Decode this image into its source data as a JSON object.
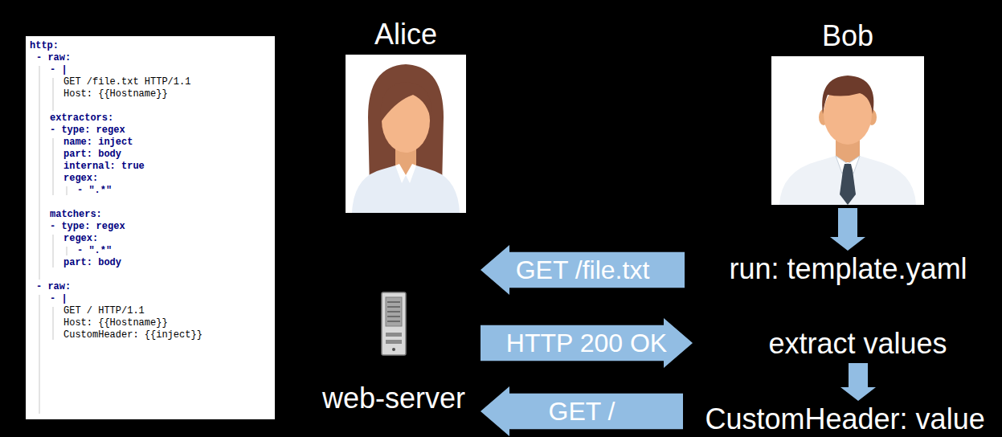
{
  "diagram": {
    "nodes": [
      {
        "text": [
          "http:",
          "- raw:",
          "- |",
          "GET /file.txt HTTP/1.1",
          "Host: {{Hostname}}",
          "extractors:",
          "- type: regex",
          "name: inject",
          "part: body",
          "internal: true",
          "regex:",
          "- \".*\"",
          "matchers:",
          "- type: regex",
          "regex:",
          "- \".*\"",
          "part: body",
          "- raw:",
          "- |",
          "GET / HTTP/1.1",
          "Host: {{Hostname}}",
          "CustomHeader: {{inject}}"
        ]
      },
      {
        "text": [
          "Alice"
        ]
      },
      {
        "text": [
          "Bob"
        ]
      },
      {
        "text": [
          "GET /file.txt"
        ]
      },
      {
        "text": [
          "run: template.yaml"
        ]
      },
      {
        "text": [
          "web-server"
        ]
      },
      {
        "text": [
          "HTTP 200 OK"
        ]
      },
      {
        "text": [
          "extract values"
        ]
      },
      {
        "text": [
          "GET /"
        ]
      },
      {
        "text": [
          "CustomHeader: value"
        ]
      }
    ],
    "edges": [
      {
        "from": 2,
        "to": 4,
        "arrow": "to"
      },
      {
        "from": 7,
        "to": 9,
        "arrow": "to"
      }
    ]
  }
}
